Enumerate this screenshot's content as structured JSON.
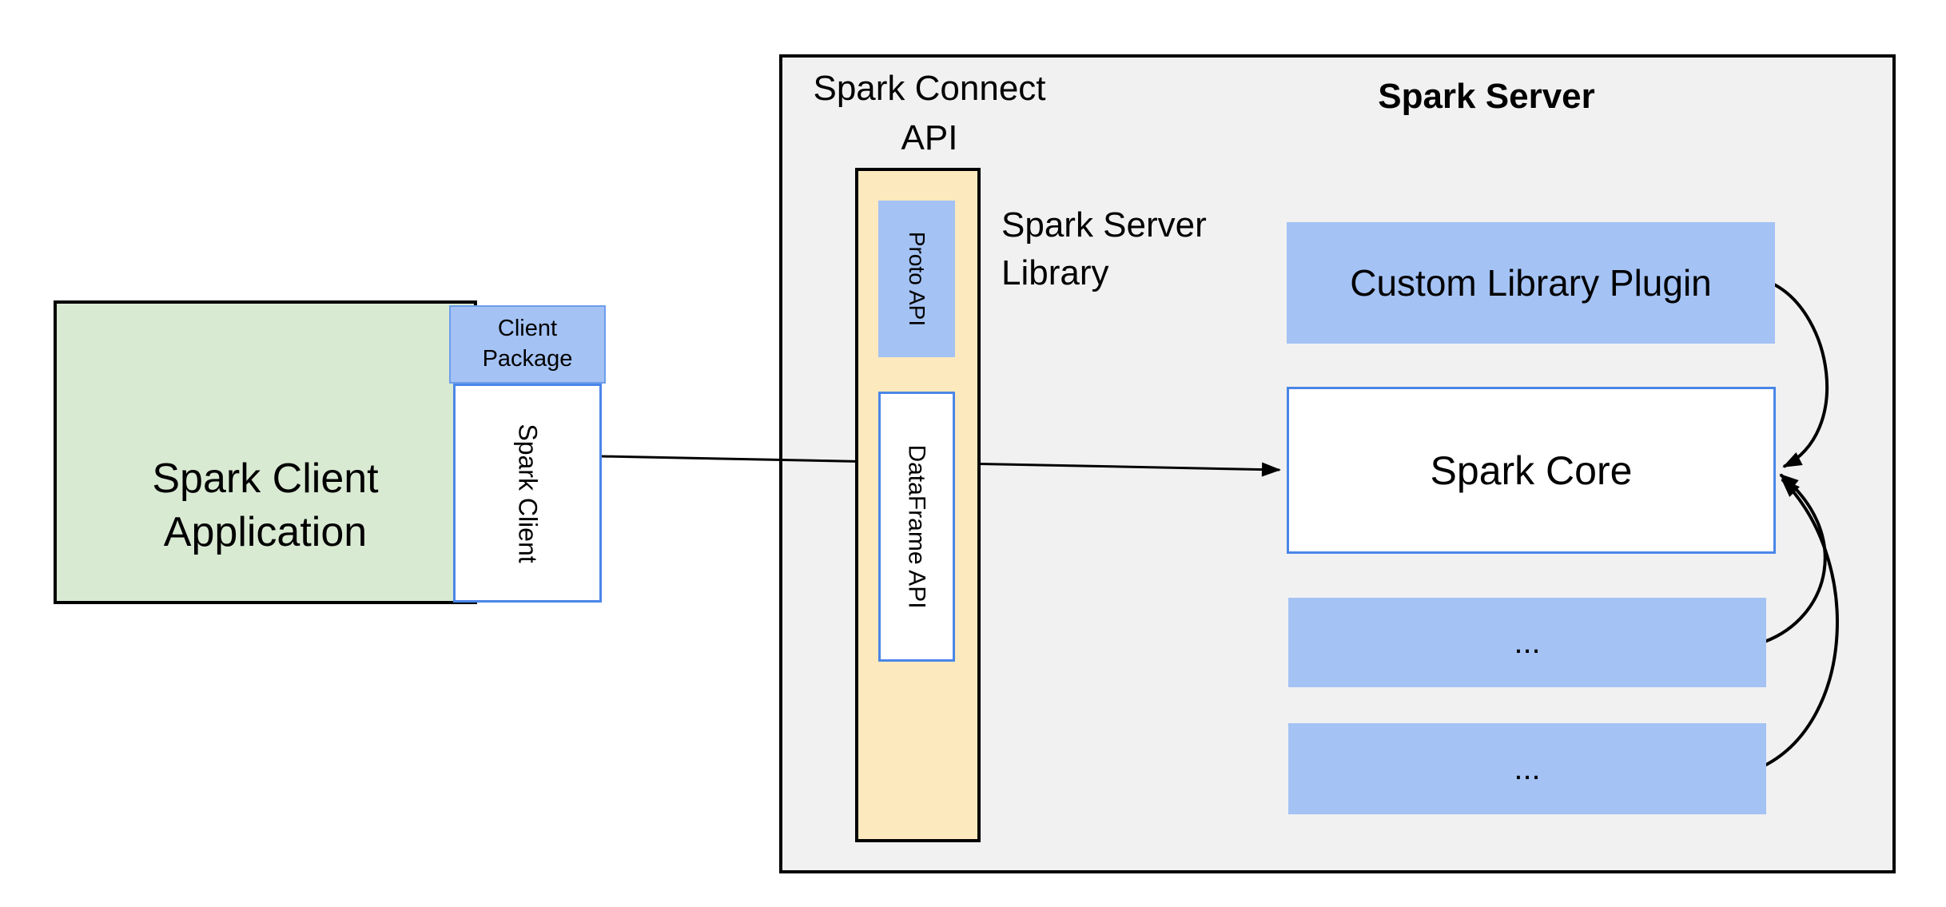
{
  "colors": {
    "green": "#d9ead3",
    "blue-fill": "#a4c2f4",
    "blue-border": "#4a86e8",
    "blue-edge": "#6d9eeb",
    "yellow": "#fce9bd",
    "gray": "#f1f1f1",
    "ink": "#000000",
    "paper": "#ffffff"
  },
  "client_app": {
    "title_line1": "Spark Client",
    "title_line2": "Application",
    "package_line1": "Client",
    "package_line2": "Package",
    "spark_client": "Spark Client"
  },
  "connect": {
    "api_label_line1": "Spark Connect",
    "api_label_line2": "API",
    "proto_api": "Proto API",
    "dataframe_api": "DataFrame API",
    "server_library_line1": "Spark Server",
    "server_library_line2": "Library"
  },
  "server": {
    "title": "Spark Server",
    "plugin": "Custom Library Plugin",
    "core": "Spark Core",
    "more_top": "...",
    "more_bottom": "..."
  }
}
